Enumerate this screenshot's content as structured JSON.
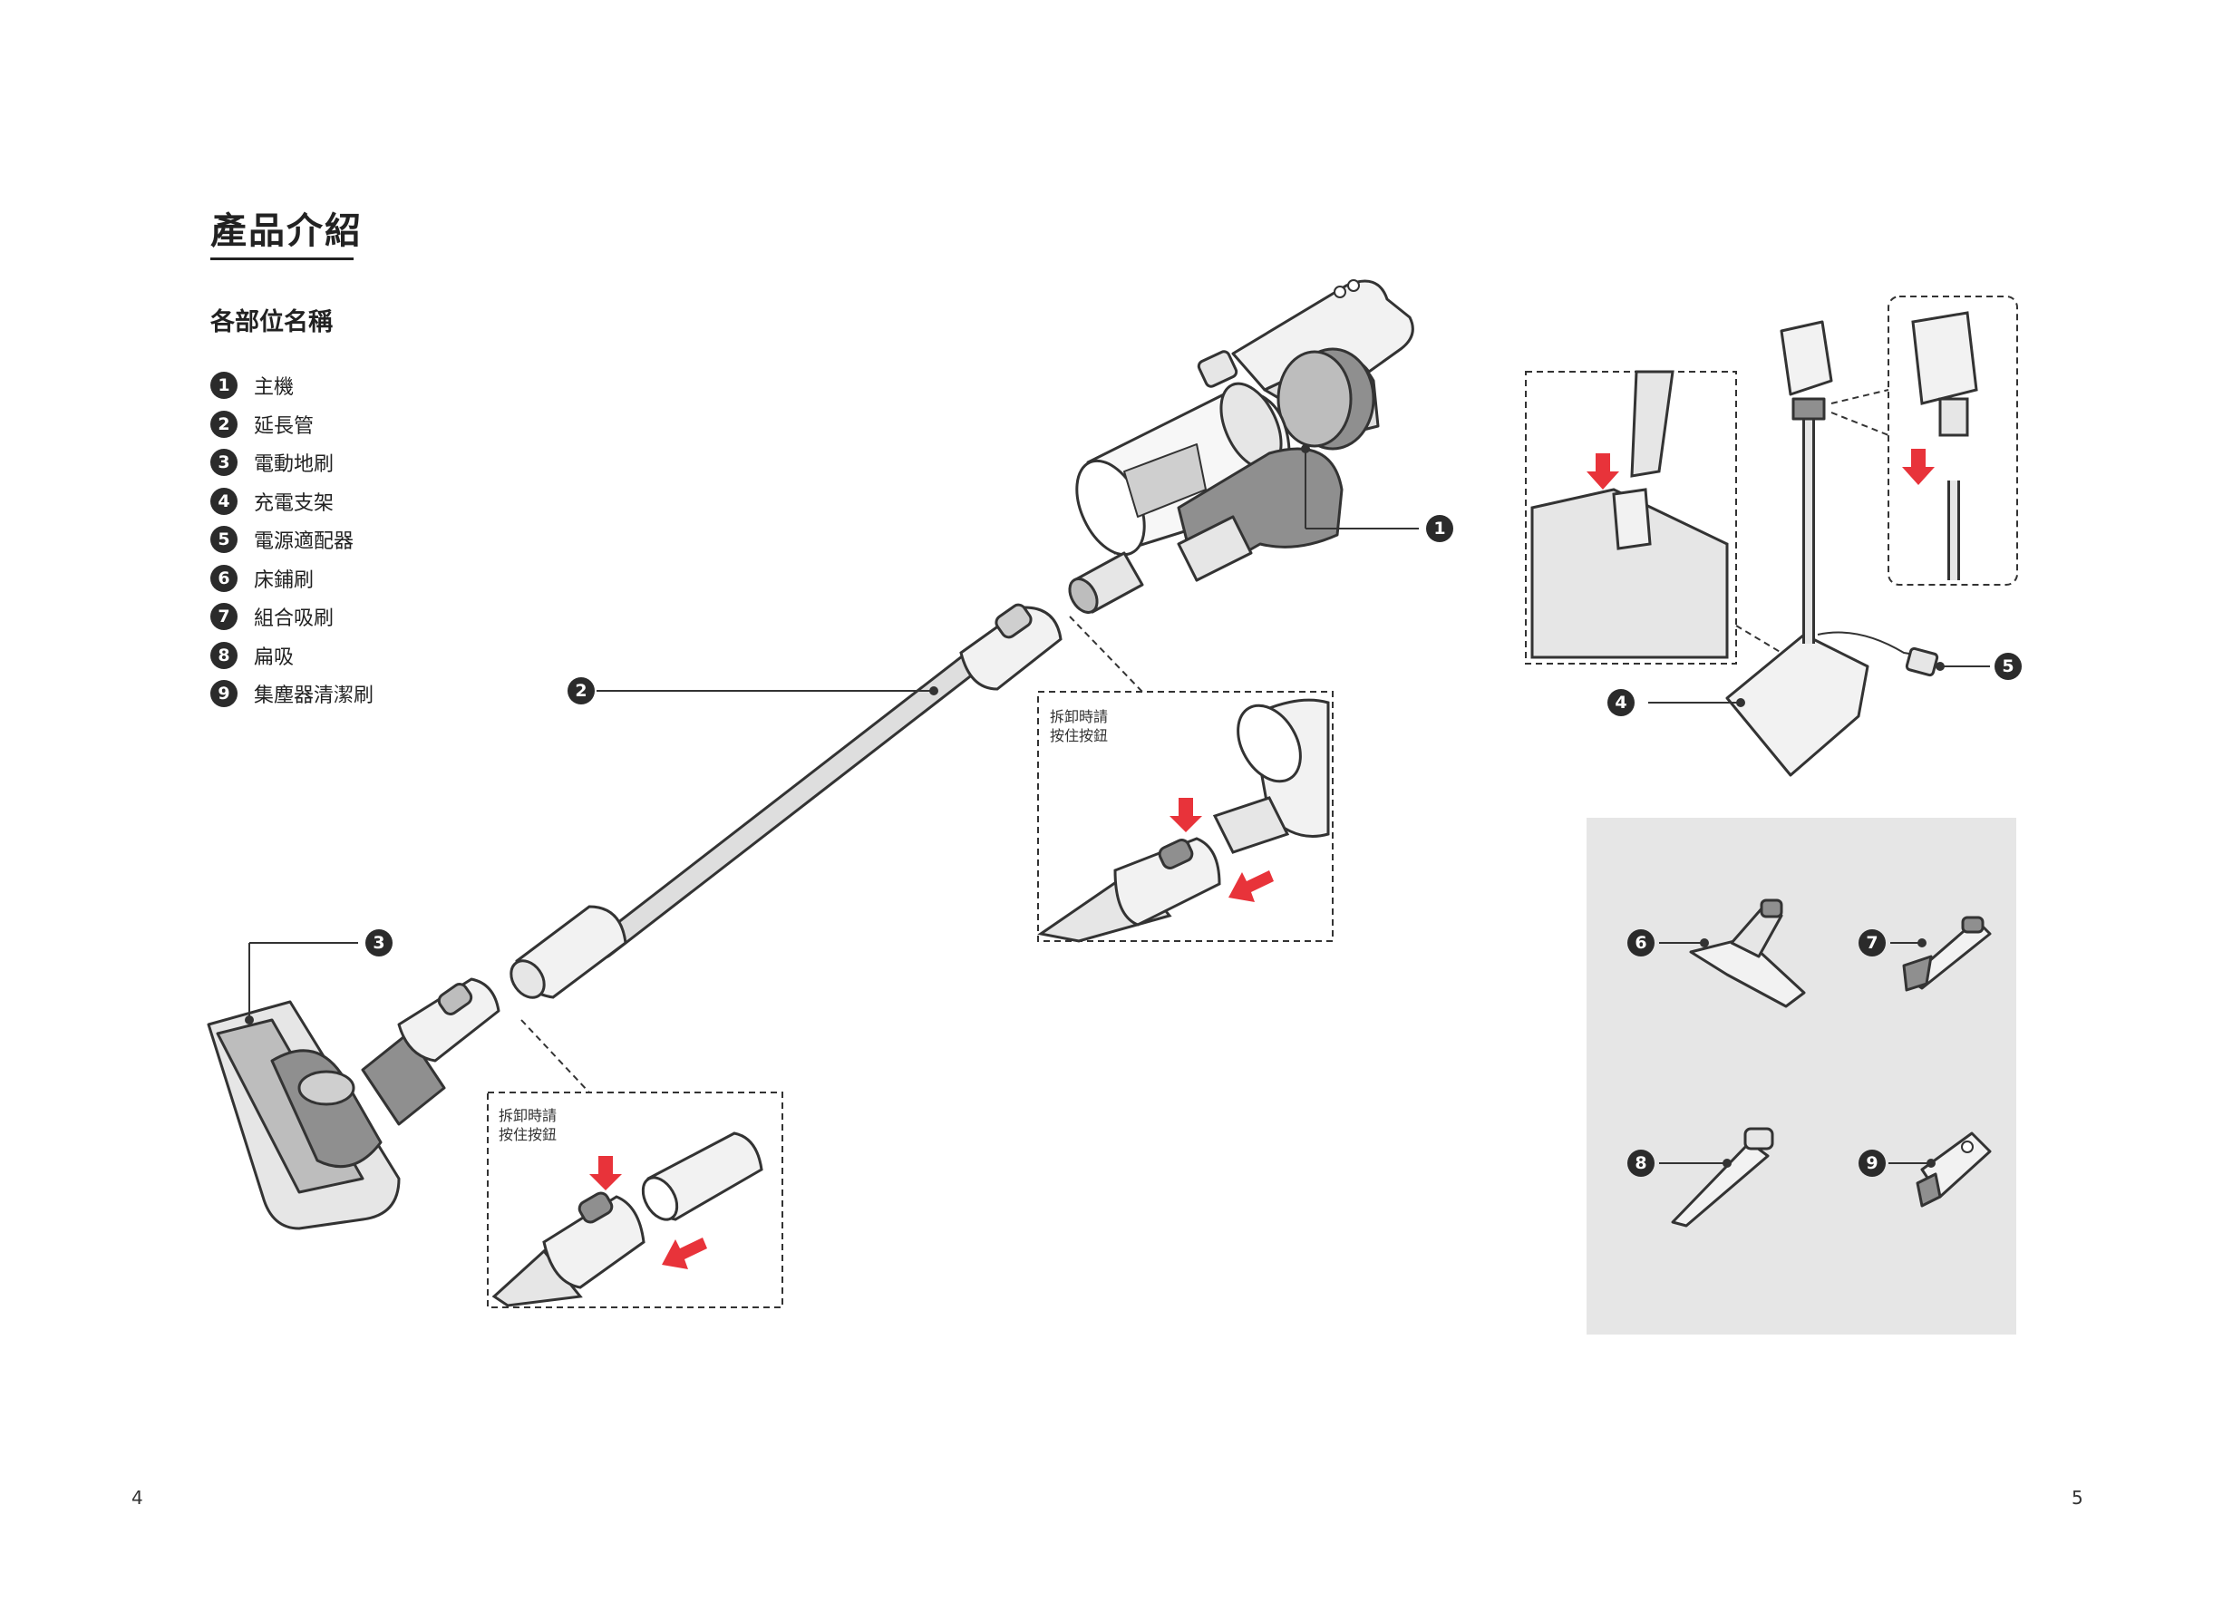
{
  "page": {
    "title": "產品介紹",
    "subtitle": "各部位名稱",
    "left_page_number": "4",
    "right_page_number": "5"
  },
  "parts": [
    {
      "num": "1",
      "name": "主機"
    },
    {
      "num": "2",
      "name": "延長管"
    },
    {
      "num": "3",
      "name": "電動地刷"
    },
    {
      "num": "4",
      "name": "充電支架"
    },
    {
      "num": "5",
      "name": "電源適配器"
    },
    {
      "num": "6",
      "name": "床鋪刷"
    },
    {
      "num": "7",
      "name": "組合吸刷"
    },
    {
      "num": "8",
      "name": "扁吸"
    },
    {
      "num": "9",
      "name": "集塵器清潔刷"
    }
  ],
  "notes": {
    "release_upper": [
      "拆卸時請",
      "按住按鈕"
    ],
    "release_lower": [
      "拆卸時請",
      "按住按鈕"
    ]
  },
  "colors": {
    "text": "#222222",
    "arrow_red": "#e8333a",
    "panel_gray": "#e6e6e6",
    "outline": "#333333",
    "fill_light": "#f2f2f2",
    "fill_mid": "#bdbdbd"
  }
}
